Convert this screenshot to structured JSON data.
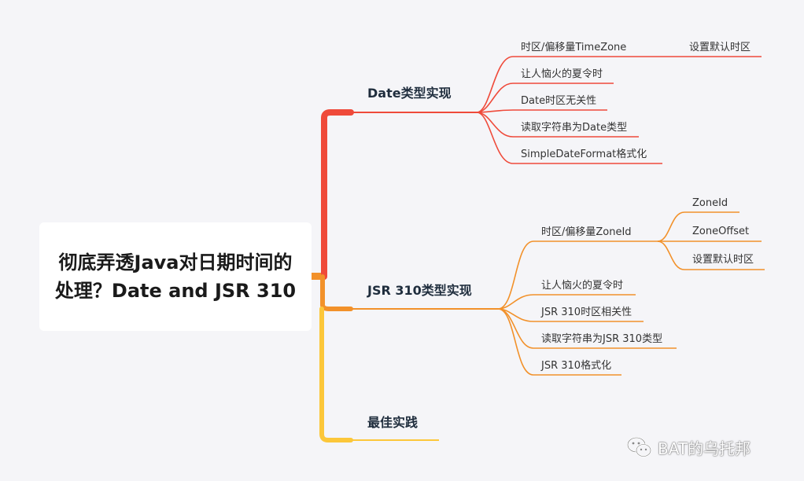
{
  "root": {
    "title": "彻底弄透Java对日期时间的处理？Date and JSR 310"
  },
  "colors": {
    "date_branch": "#ef4a3a",
    "jsr_branch": "#f2912a",
    "best_branch": "#fcc73a",
    "text": "#333333",
    "background": "#f5f5f8"
  },
  "branches": [
    {
      "label": "Date类型实现",
      "children": [
        {
          "label": "时区/偏移量TimeZone",
          "children": [
            {
              "label": "设置默认时区"
            }
          ]
        },
        {
          "label": "让人恼火的夏令时"
        },
        {
          "label": "Date时区无关性"
        },
        {
          "label": "读取字符串为Date类型"
        },
        {
          "label": "SimpleDateFormat格式化"
        }
      ]
    },
    {
      "label": "JSR 310类型实现",
      "children": [
        {
          "label": "时区/偏移量ZoneId",
          "children": [
            {
              "label": "ZoneId"
            },
            {
              "label": "ZoneOffset"
            },
            {
              "label": "设置默认时区"
            }
          ]
        },
        {
          "label": "让人恼火的夏令时"
        },
        {
          "label": "JSR 310时区相关性"
        },
        {
          "label": "读取字符串为JSR 310类型"
        },
        {
          "label": "JSR 310格式化"
        }
      ]
    },
    {
      "label": "最佳实践",
      "children": []
    }
  ],
  "watermark": {
    "text": "BAT的乌托邦",
    "icon": "wechat-icon"
  }
}
